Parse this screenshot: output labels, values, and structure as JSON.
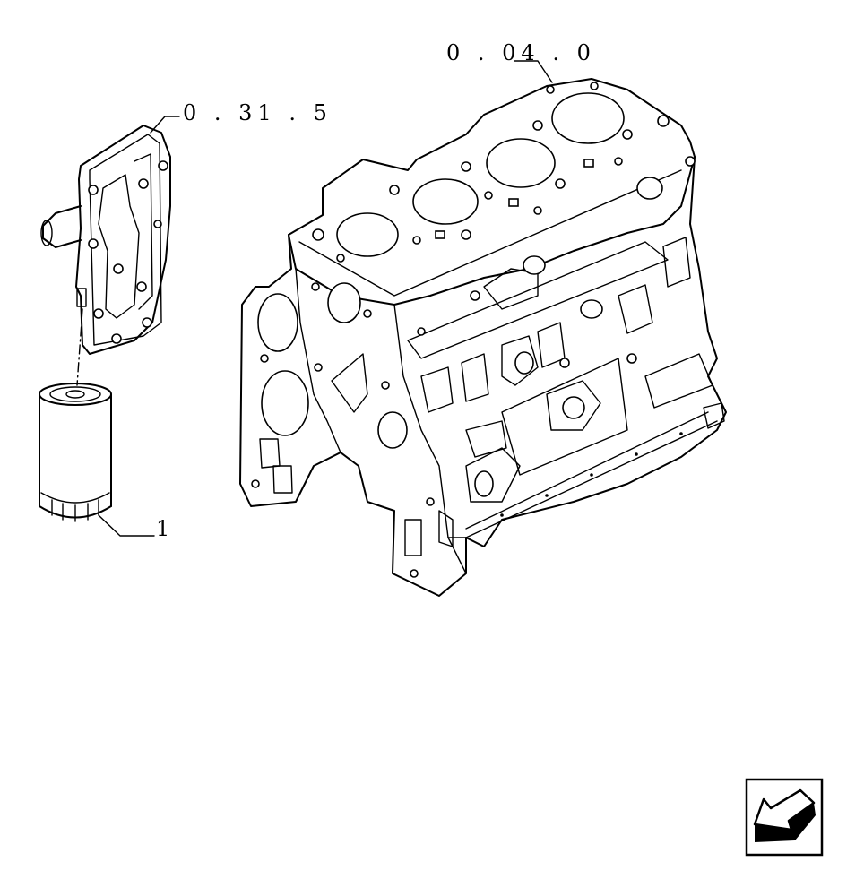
{
  "labels": {
    "engine_block": "0 . 04 . 0",
    "filter_support": "0 . 31 . 5",
    "oil_filter": "1"
  },
  "icons": {
    "nav": "arrow-back-icon"
  },
  "colors": {
    "ink": "#000000",
    "paper": "#ffffff"
  }
}
